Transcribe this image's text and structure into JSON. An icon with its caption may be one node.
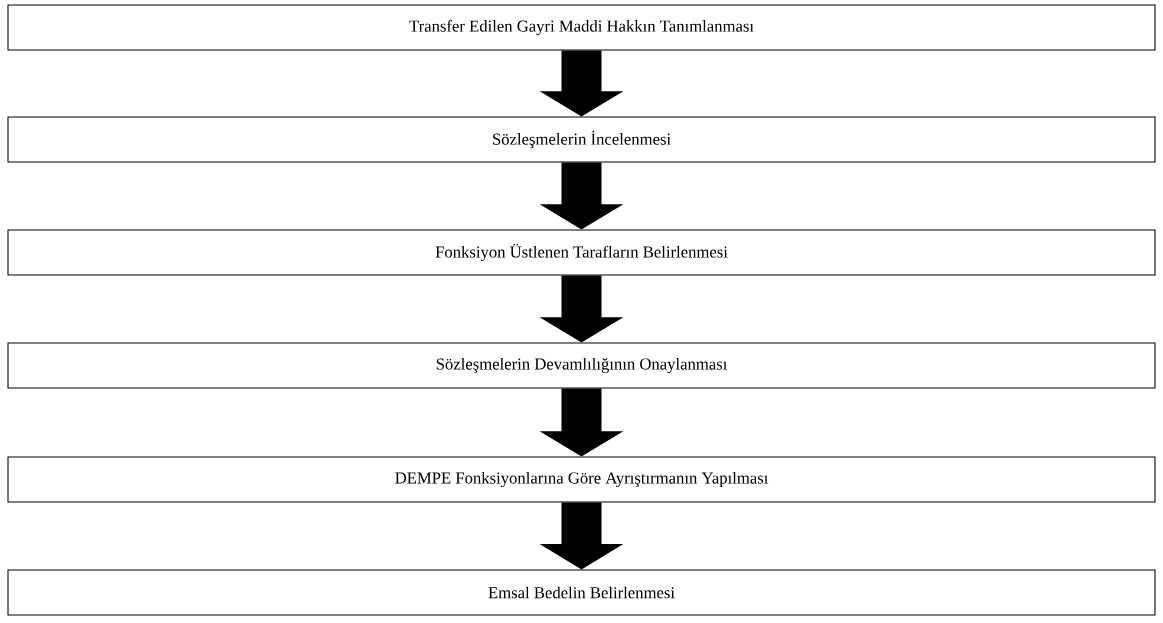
{
  "diagram": {
    "nodes": [
      {
        "text": [
          "Transfer Edilen Gayri Maddi Hakkın Tanımlanması"
        ]
      },
      {
        "text": [
          "Sözleşmelerin İncelenmesi"
        ]
      },
      {
        "text": [
          "Fonksiyon Üstlenen Tarafların Belirlenmesi"
        ]
      },
      {
        "text": [
          "Sözleşmelerin Devamlılığının Onaylanması"
        ]
      },
      {
        "text": [
          "DEMPE Fonksiyonlarına Göre Ayrıştırmanın Yapılması"
        ]
      },
      {
        "text": [
          "Emsal Bedelin Belirlenmesi"
        ]
      }
    ],
    "edges": [
      {
        "from": 0,
        "to": 1,
        "arrow": "to"
      },
      {
        "from": 1,
        "to": 2,
        "arrow": "to"
      },
      {
        "from": 2,
        "to": 3,
        "arrow": "to"
      },
      {
        "from": 3,
        "to": 4,
        "arrow": "to"
      },
      {
        "from": 4,
        "to": 5,
        "arrow": "to"
      }
    ]
  }
}
